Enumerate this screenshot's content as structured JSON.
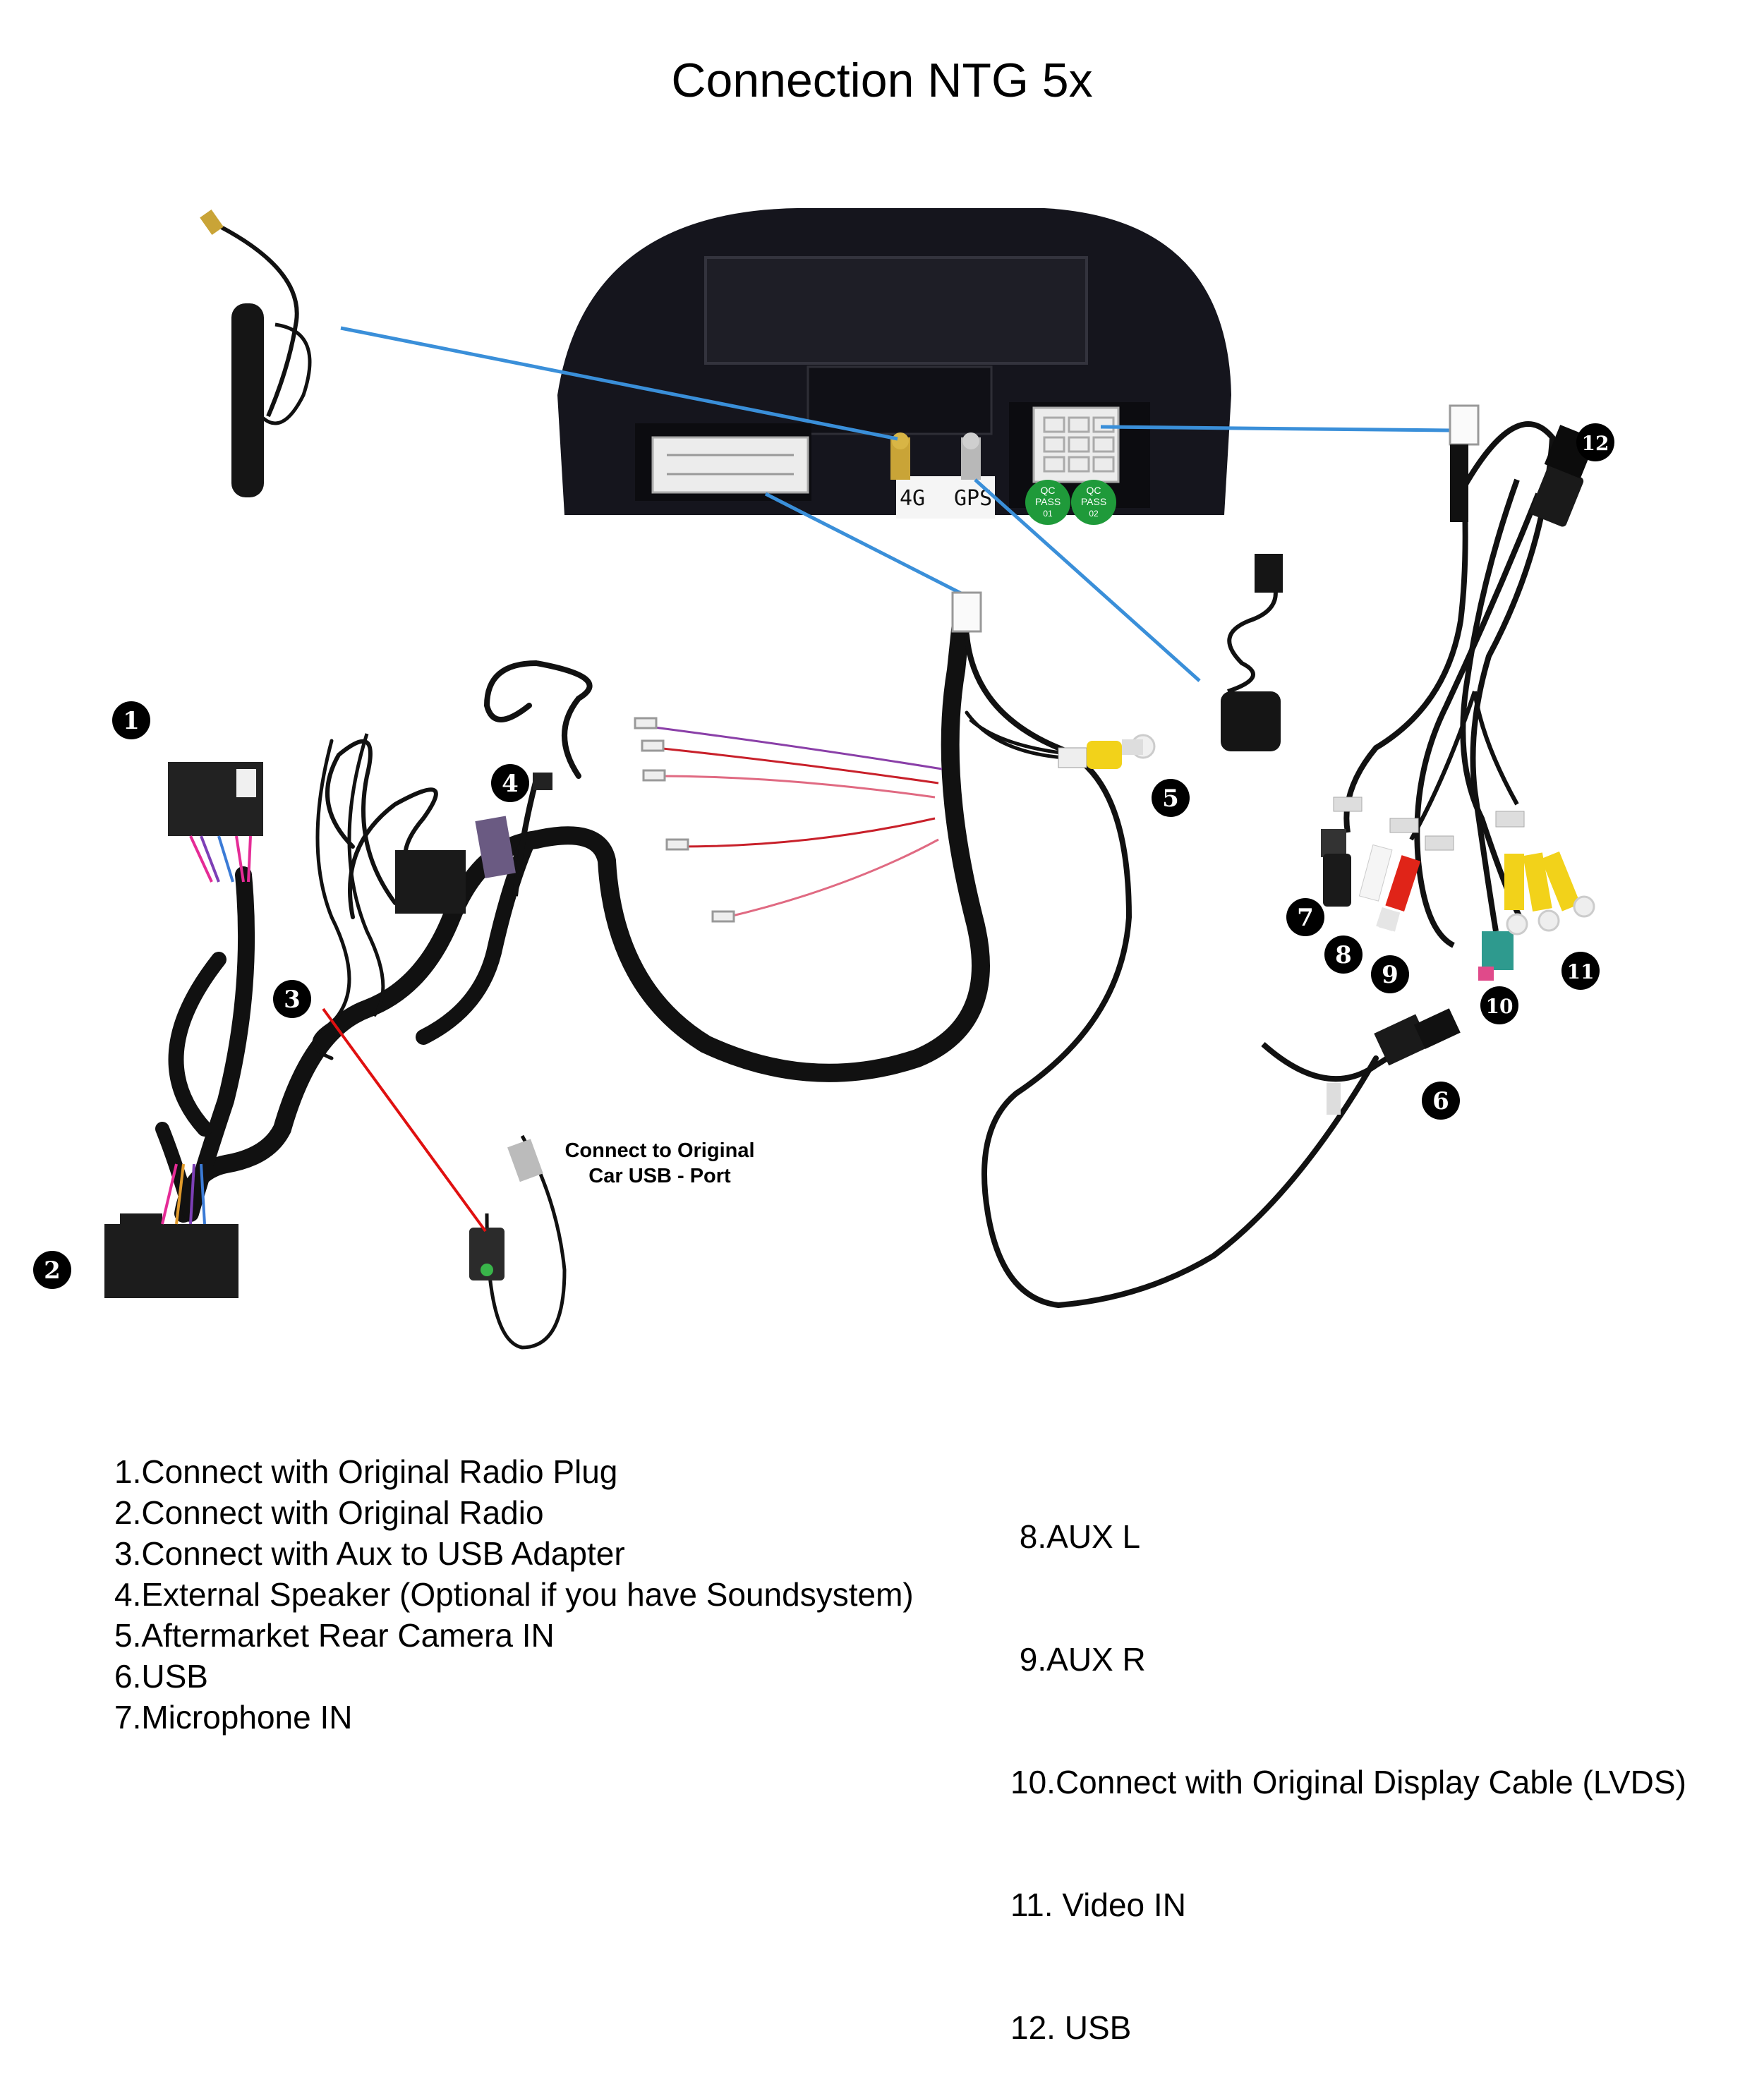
{
  "title": "Connection NTG 5x",
  "unit_ports": {
    "port_4g": "4G",
    "port_gps": "GPS"
  },
  "qc_stickers": [
    {
      "line1": "QC",
      "line2": "PASS",
      "line3": "01"
    },
    {
      "line1": "QC",
      "line2": "PASS",
      "line3": "02"
    }
  ],
  "usb_note": {
    "line1": "Connect to Original",
    "line2": "Car USB - Port"
  },
  "badges": [
    "1",
    "2",
    "3",
    "4",
    "5",
    "6",
    "7",
    "8",
    "9",
    "10",
    "11",
    "12"
  ],
  "legend_left": [
    "1.Connect with Original Radio Plug",
    "2.Connect with Original Radio",
    "3.Connect with Aux to USB Adapter",
    "4.External Speaker (Optional if you have Soundsystem)",
    "5.Aftermarket Rear Camera IN",
    "6.USB",
    "7.Microphone IN"
  ],
  "legend_right": [
    " 8.AUX L",
    " 9.AUX R",
    "10.Connect with Original Display Cable (LVDS)",
    "11. Video IN",
    "12. USB"
  ],
  "colors": {
    "link_line": "#3a8fd9",
    "cable": "#111111",
    "rca_yellow": "#f2d21a",
    "rca_red": "#e02418",
    "fakra_teal": "#2e9a8e",
    "qc_green": "#1f9a3a",
    "aux_link": "#e01010"
  }
}
